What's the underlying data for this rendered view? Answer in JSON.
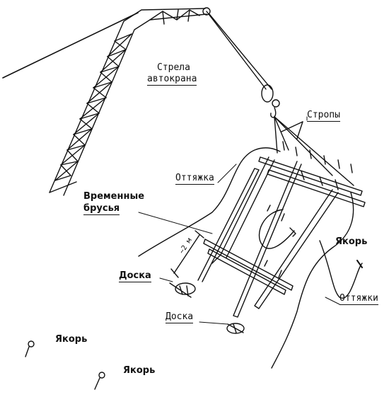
{
  "labels": {
    "boom_line1": "Стрела",
    "boom_line2": "автокрана",
    "slings": "Стропы",
    "guy": "Оттяжка",
    "temp_bars_line1": "Временные",
    "temp_bars_line2": "брусья",
    "dim": "~2 м",
    "anchor_right": "Якорь",
    "guys_right": "Оттяжки",
    "board_left": "Доска",
    "board_center": "Доска",
    "anchor_bottom_left": "Якорь",
    "anchor_bottom": "Якорь"
  },
  "colors": {
    "ink": "#111111",
    "paper": "#ffffff"
  }
}
